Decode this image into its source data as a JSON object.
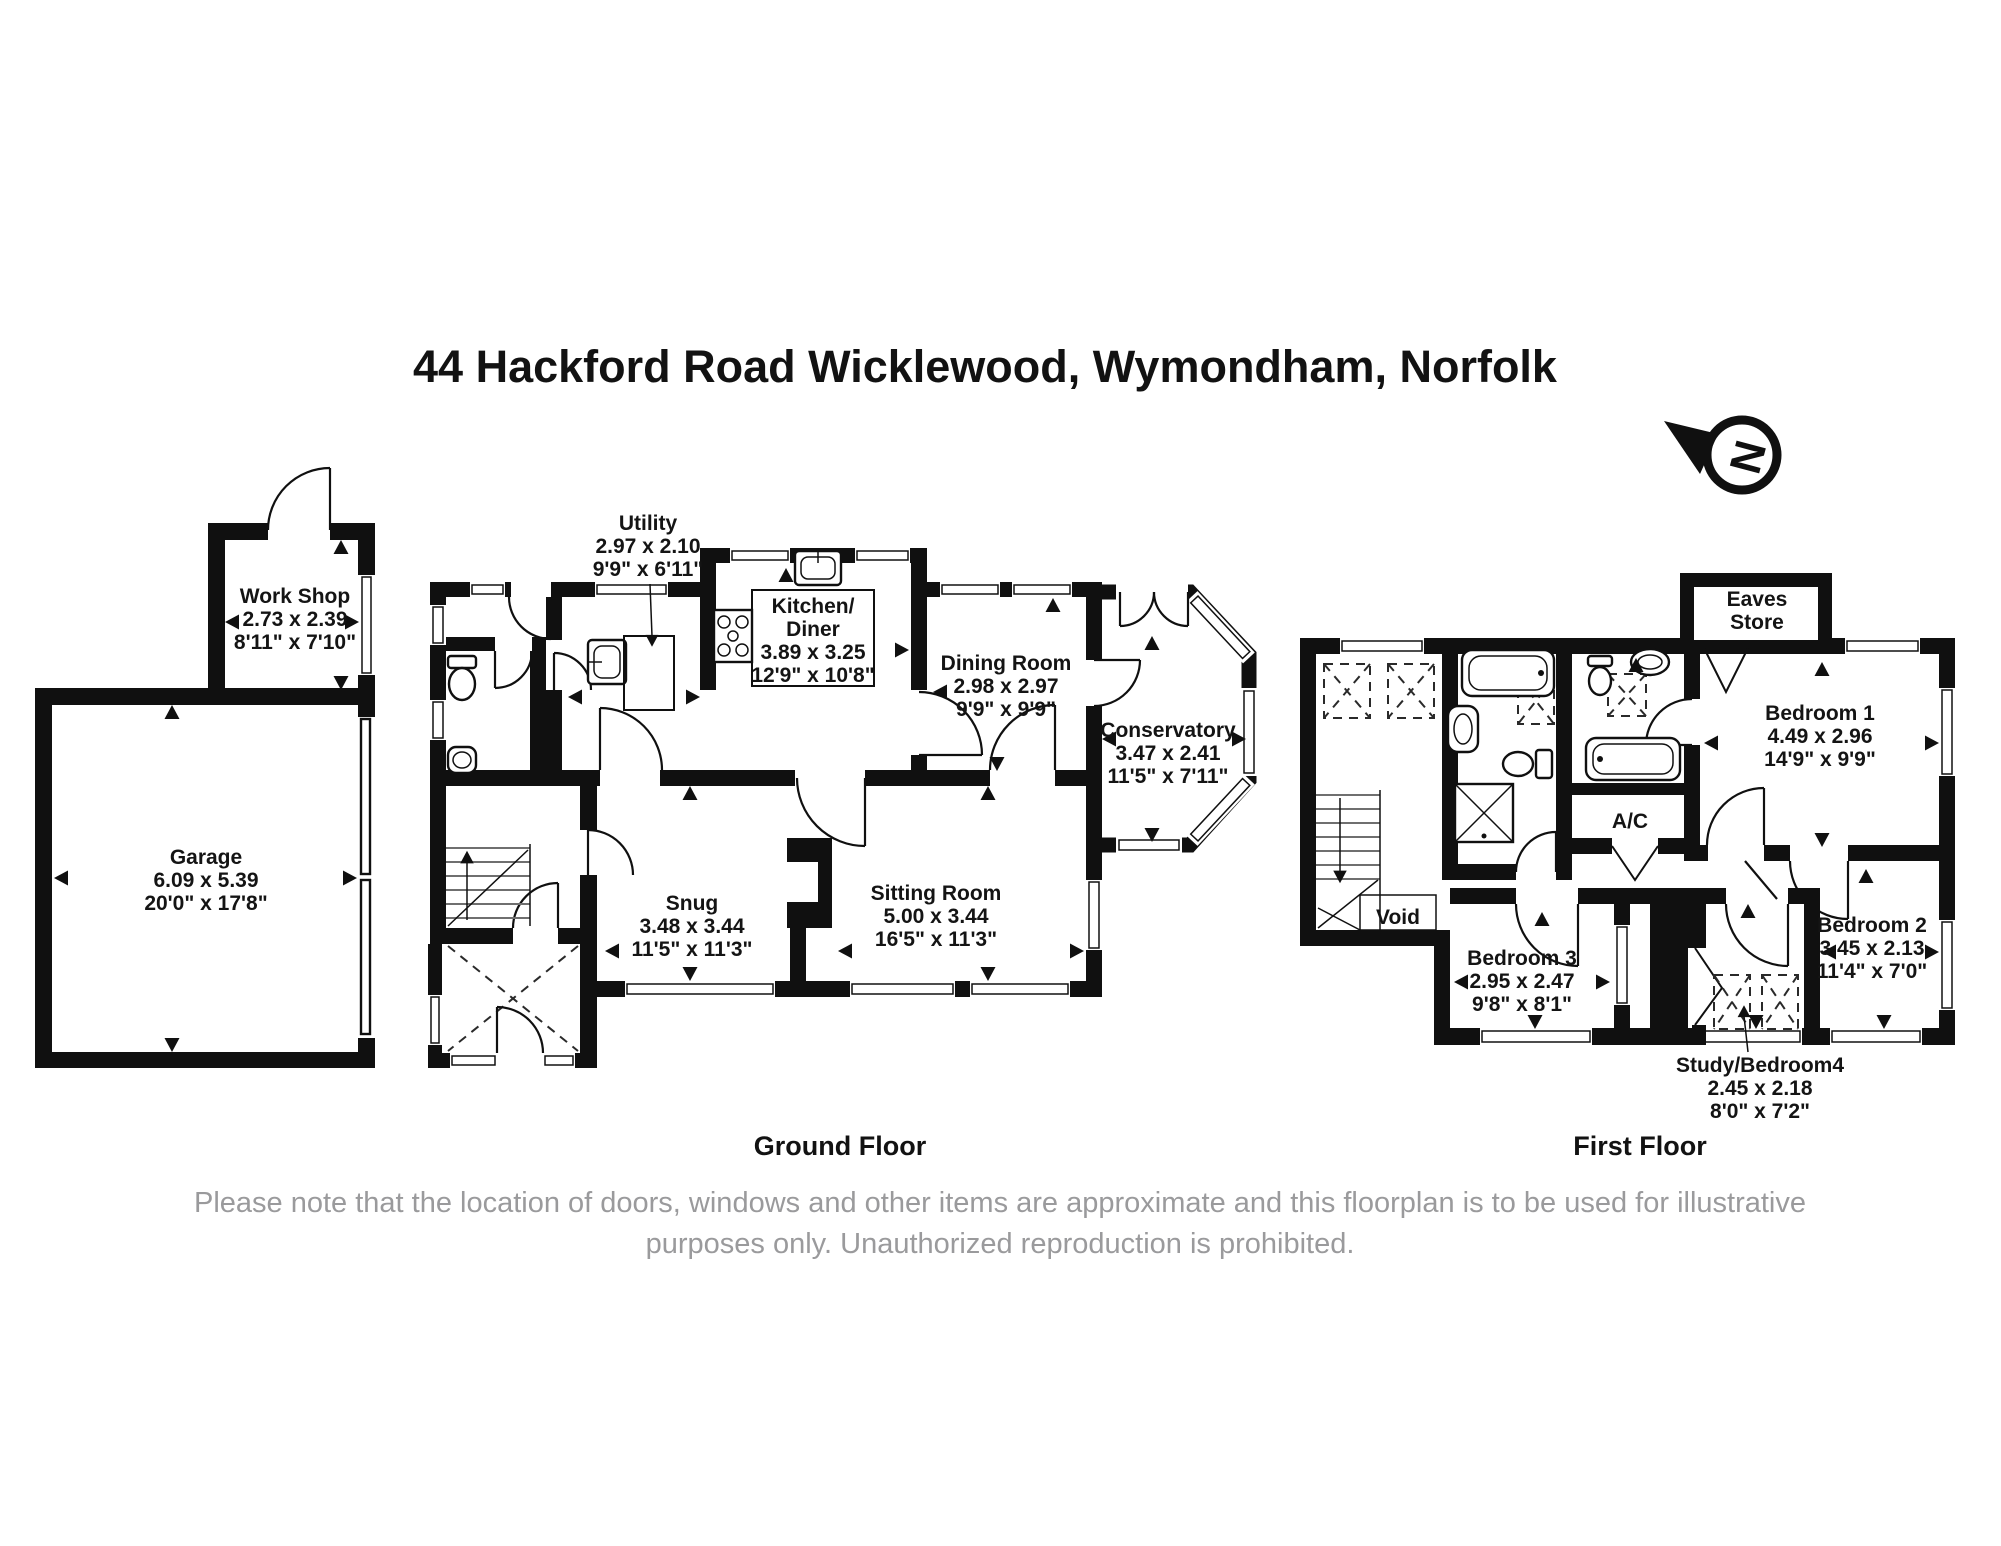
{
  "title": "44 Hackford Road Wicklewood, Wymondham, Norfolk",
  "north": {
    "letter": "N"
  },
  "captions": {
    "ground": "Ground Floor",
    "first": "First Floor"
  },
  "disclaimer": {
    "line1": "Please note that the location of doors, windows and other items are approximate and this floorplan is to be used for illustrative",
    "line2": "purposes only. Unauthorized reproduction is prohibited."
  },
  "rooms": {
    "work_shop": {
      "name": "Work Shop",
      "metric": "2.73 x 2.39",
      "imperial": "8'11\" x 7'10\""
    },
    "garage": {
      "name": "Garage",
      "metric": "6.09 x 5.39",
      "imperial": "20'0\" x 17'8\""
    },
    "utility": {
      "name": "Utility",
      "metric": "2.97 x 2.10",
      "imperial": "9'9\" x 6'11\""
    },
    "kitchen_diner": {
      "name": "Kitchen/",
      "name2": "Diner",
      "metric": "3.89 x 3.25",
      "imperial": "12'9\" x 10'8\""
    },
    "dining_room": {
      "name": "Dining Room",
      "metric": "2.98 x 2.97",
      "imperial": "9'9\" x 9'9\""
    },
    "conservatory": {
      "name": "Conservatory",
      "metric": "3.47 x 2.41",
      "imperial": "11'5\" x 7'11\""
    },
    "snug": {
      "name": "Snug",
      "metric": "3.48 x 3.44",
      "imperial": "11'5\" x 11'3\""
    },
    "sitting_room": {
      "name": "Sitting Room",
      "metric": "5.00 x 3.44",
      "imperial": "16'5\" x 11'3\""
    },
    "eaves_store": {
      "name": "Eaves",
      "name2": "Store"
    },
    "bedroom_1": {
      "name": "Bedroom 1",
      "metric": "4.49 x 2.96",
      "imperial": "14'9\" x 9'9\""
    },
    "bedroom_2": {
      "name": "Bedroom 2",
      "metric": "3.45 x 2.13",
      "imperial": "11'4\" x 7'0\""
    },
    "bedroom_3": {
      "name": "Bedroom 3",
      "metric": "2.95 x 2.47",
      "imperial": "9'8\" x 8'1\""
    },
    "study_bedroom_4": {
      "name": "Study/Bedroom4",
      "metric": "2.45 x 2.18",
      "imperial": "8'0\" x 7'2\""
    },
    "void": {
      "name": "Void"
    },
    "ac": {
      "name": "A/C"
    }
  }
}
